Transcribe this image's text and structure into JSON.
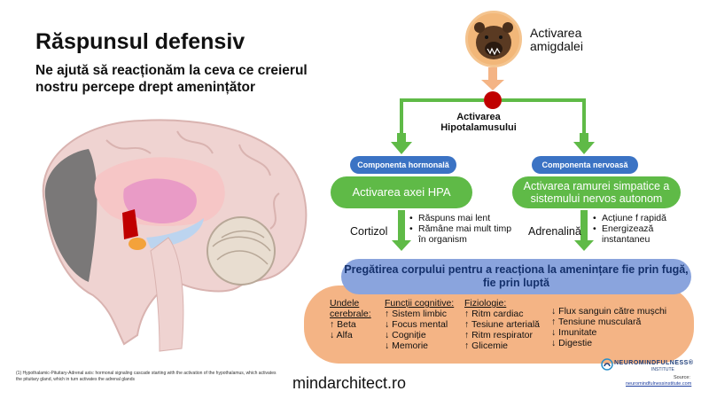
{
  "title": "Răspunsul defensiv",
  "subtitle": "Ne ajută să reacționăm la ceva ce creierul nostru percepe drept amenințător",
  "amygdala_label": "Activarea amigdalei",
  "hypothalamus_label": "Activarea Hipotalamusului",
  "hormonal": {
    "label": "Componenta hormonală",
    "box": "Activarea axei HPA",
    "hormone": "Cortizol",
    "bullets": [
      "Răspuns mai lent",
      "Rămâne mai mult timp în organism"
    ]
  },
  "nervous": {
    "label": "Componenta nervoasă",
    "box": "Activarea ramurei simpatice a sistemului nervos autonom",
    "hormone": "Adrenalină",
    "bullets": [
      "Acțiune f rapidă",
      "Energizează instantaneu"
    ]
  },
  "preparation": "Pregătirea corpului pentru a reacționa la amenințare fie prin fugă, fie prin luptă",
  "brain_waves": {
    "heading_1": "Undele",
    "heading_2": "cerebrale:",
    "items": [
      "↑ Beta",
      "↓ Alfa"
    ]
  },
  "cognitive": {
    "heading": "Funcții cognitive:",
    "items": [
      "↑ Sistem limbic",
      "↓ Focus mental",
      "↓ Cogniție",
      "↓ Memorie"
    ]
  },
  "physiology": {
    "heading": "Fiziologie:",
    "items": [
      "↑ Ritm cardiac",
      "↑ Tesiune arterială",
      "↑ Ritm respirator",
      "↑ Glicemie"
    ]
  },
  "extra": {
    "items": [
      "↓ Flux sanguin către mușchi",
      "↑ Tensiune musculară",
      "↓ Imunitate",
      "↓ Digestie"
    ]
  },
  "footnote": "(1) Hypothalamic-Pituitary-Adrenal axis: hormonal signaling cascade starting with the activation of the hypothalamus, which activates the pituitary gland, which in turn activates the adrenal glands",
  "website": "mindarchitect.ro",
  "logo": {
    "name": "NEUROMINDFULNESS®",
    "sub": "INSTITUTE"
  },
  "source": {
    "label": "Source:",
    "url": "neuromindfulnessinstitute.com"
  },
  "colors": {
    "green": "#5fba47",
    "blue": "#3b73c4",
    "orange": "#f4b485",
    "light_orange": "#f2b779",
    "red": "#c00000",
    "prep_blue": "#8aa4dd"
  }
}
